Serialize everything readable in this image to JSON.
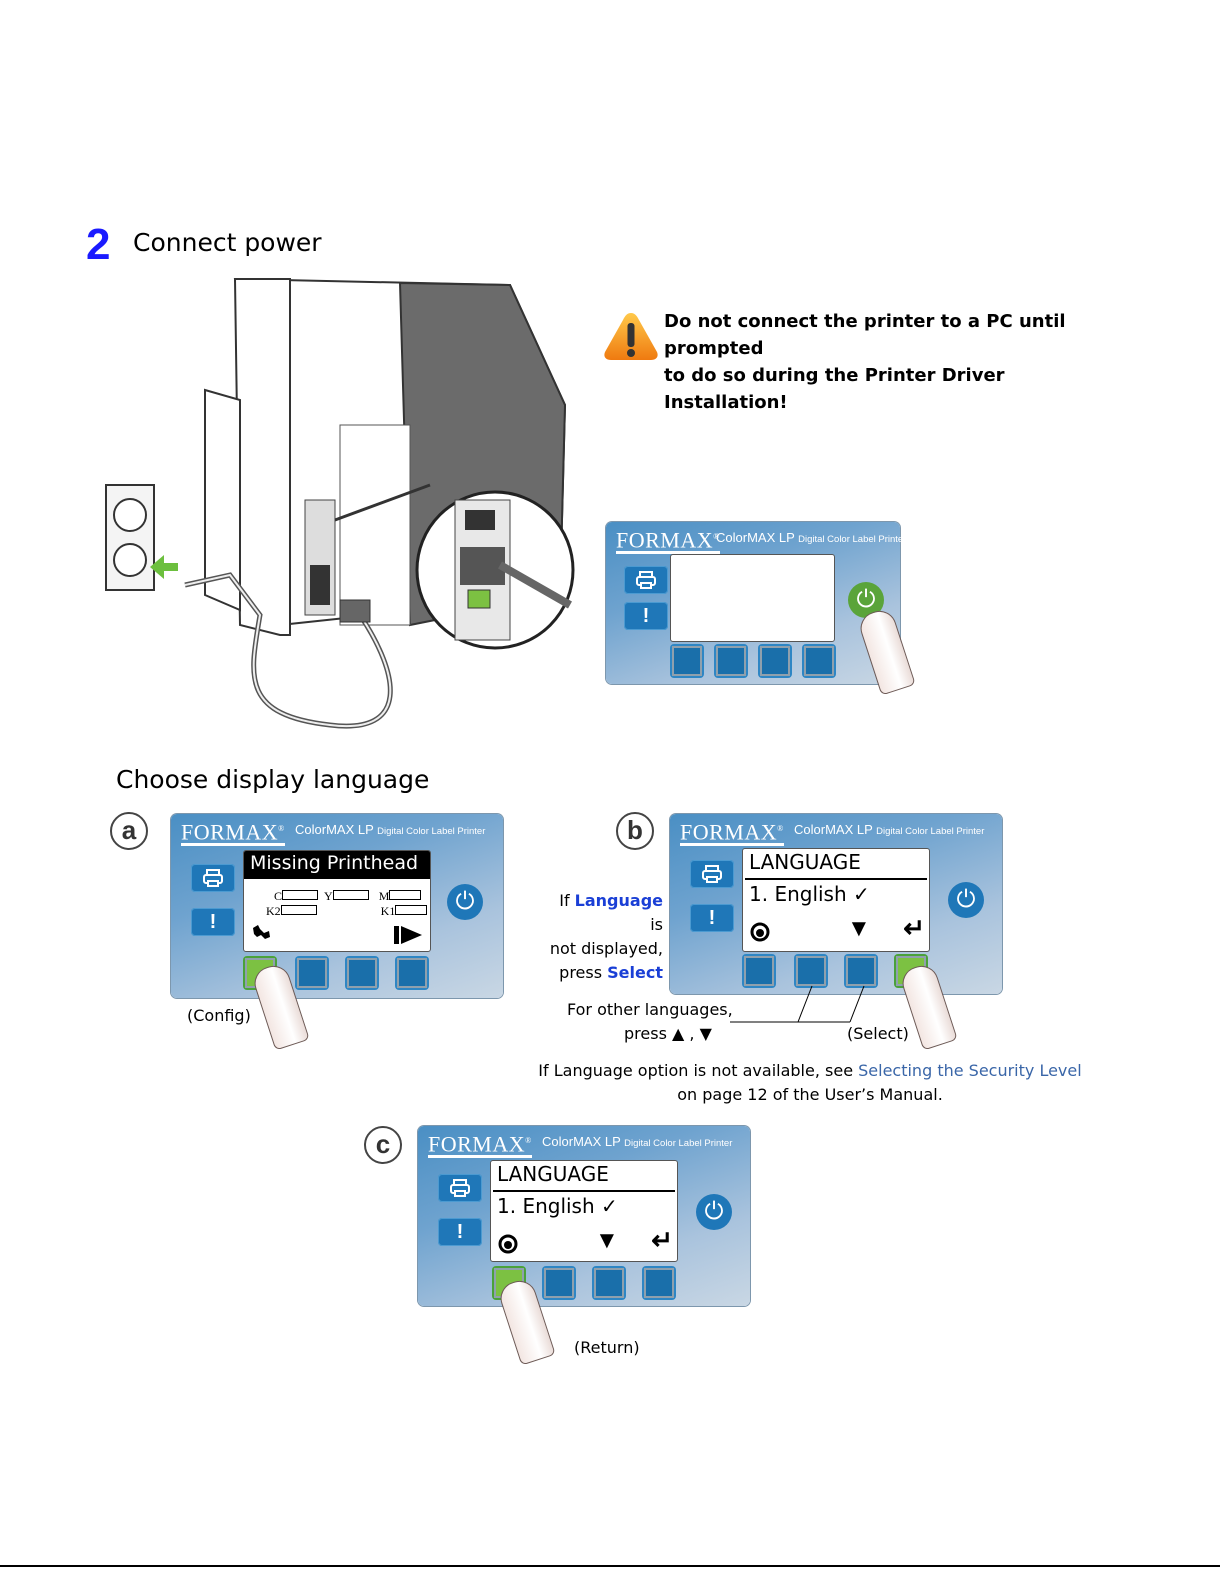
{
  "step": {
    "number": "2",
    "title": "Connect power"
  },
  "warning": {
    "icon": "warning-triangle-icon",
    "text_line1": "Do not connect the printer to a PC until prompted",
    "text_line2": "to do so during the Printer Driver Installation!",
    "color": "#f08a1c"
  },
  "panel_common": {
    "brand": "FORMAX",
    "brand_mark": "®",
    "model": "ColorMAX LP",
    "model_desc": "Digital Color Label Printer",
    "print_icon": "printer-icon",
    "alert_label": "!",
    "power_icon": "power-icon",
    "power_glyph": "⏻"
  },
  "power_panel": {
    "power_state": "on"
  },
  "section2": {
    "title": "Choose display language"
  },
  "step_a": {
    "label": "a",
    "lcd_header": "Missing Printhead",
    "ink_labels": [
      "C",
      "Y",
      "M",
      "K2",
      "K1"
    ],
    "left_icon": "wrench-icon",
    "right_icon": "play-icon",
    "caption": "(Config)"
  },
  "step_b": {
    "label": "b",
    "lcd_title": "LANGUAGE",
    "lcd_item": "1. English",
    "check": "✓",
    "note": {
      "pre": "If ",
      "keyword1": "Language",
      "mid": " is",
      "line2": "not displayed,",
      "line3_pre": "press ",
      "keyword2": "Select"
    },
    "other_lang_line1": "For other languages,",
    "other_lang_line2": "press",
    "up_glyph": "▲",
    "comma": ",",
    "down_glyph": "▼",
    "select_caption": "(Select)",
    "fallback_pre": "If Language option is not available, see ",
    "fallback_link": "Selecting the Security Level",
    "fallback_line2": "on page 12 of the User’s Manual."
  },
  "step_c": {
    "label": "c",
    "lcd_title": "LANGUAGE",
    "lcd_item": "1. English",
    "check": "✓",
    "caption": "(Return)"
  },
  "lcd_glyphs": {
    "down": "▼",
    "enter": "↵"
  }
}
